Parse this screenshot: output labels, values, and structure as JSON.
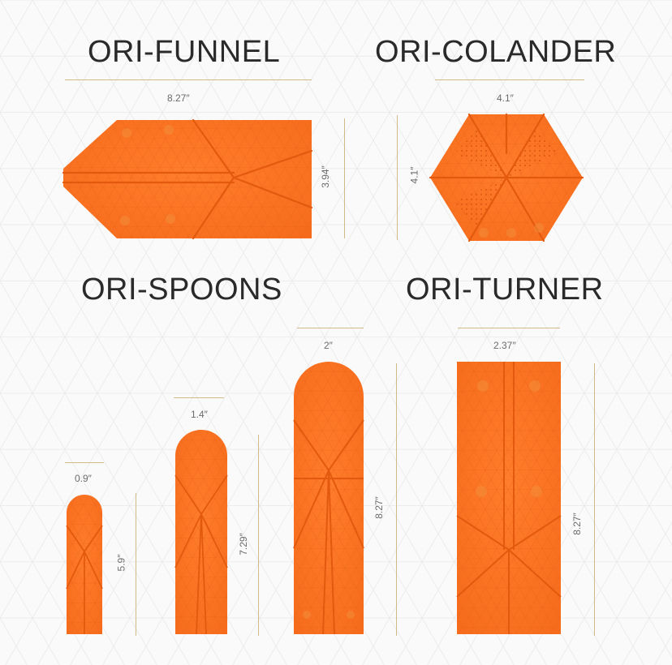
{
  "colors": {
    "orange": "#ff7622",
    "orange_dark": "#f0641a",
    "fold_line": "#e65c10",
    "guide": "#d2b98a",
    "text": "#2a2a2a",
    "background": "#fafafa"
  },
  "products": {
    "funnel": {
      "title": "ORI-FUNNEL",
      "width": "8.27″",
      "height": "3.94″"
    },
    "colander": {
      "title": "ORI-COLANDER",
      "width": "4.1″",
      "height": "4.1″"
    },
    "spoons": {
      "title": "ORI-SPOONS",
      "small": {
        "width": "0.9″",
        "height": "5.9″"
      },
      "medium": {
        "width": "1.4″",
        "height": "7.29″"
      },
      "large": {
        "width": "2″",
        "height": "8.27″"
      }
    },
    "turner": {
      "title": "ORI-TURNER",
      "width": "2.37″",
      "height": "8.27″"
    }
  }
}
